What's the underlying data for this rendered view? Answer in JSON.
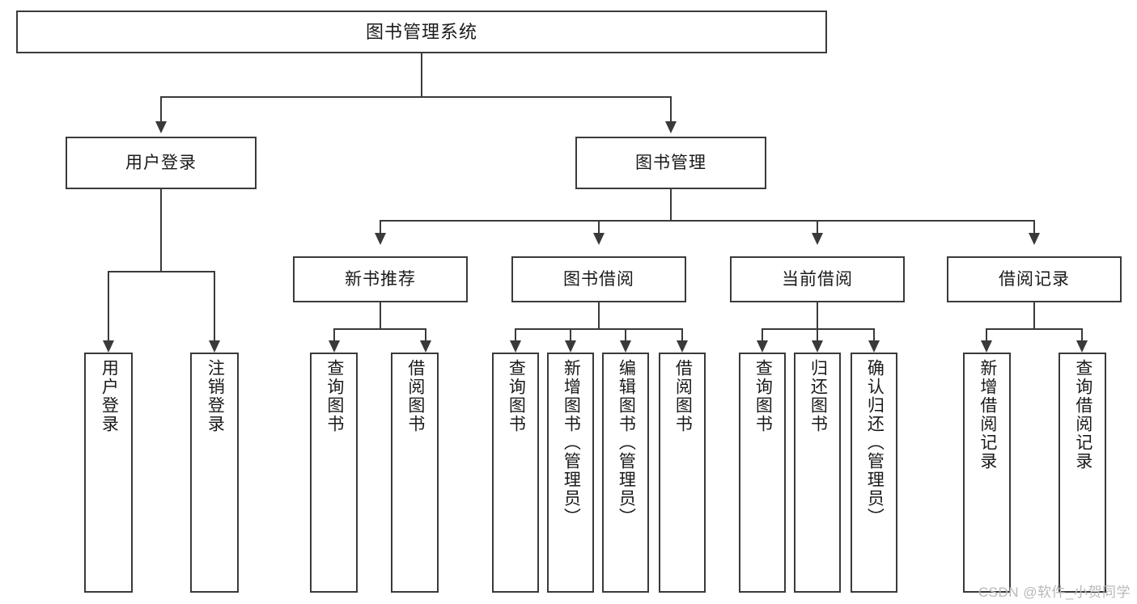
{
  "diagram": {
    "type": "tree-hierarchy",
    "title": "图书管理系统",
    "watermark": "CSDN @软件_小贺同学",
    "colors": {
      "stroke": "#3a3a3a",
      "fill": "#ffffff",
      "text": "#1a1a1a",
      "watermark": "#b9b9b9"
    },
    "nodes": {
      "root": {
        "label": "图书管理系统"
      },
      "level2": [
        {
          "id": "user-login",
          "label": "用户登录"
        },
        {
          "id": "book-manage",
          "label": "图书管理"
        }
      ],
      "level3": [
        {
          "id": "new-book-rec",
          "label": "新书推荐"
        },
        {
          "id": "book-borrow",
          "label": "图书借阅"
        },
        {
          "id": "current-borrow",
          "label": "当前借阅"
        },
        {
          "id": "borrow-record",
          "label": "借阅记录"
        }
      ],
      "leaves": {
        "user-login": [
          {
            "id": "leaf-user-login",
            "label": "用户登录"
          },
          {
            "id": "leaf-logout",
            "label": "注销登录"
          }
        ],
        "new-book-rec": [
          {
            "id": "leaf-query-book-1",
            "label": "查询图书"
          },
          {
            "id": "leaf-borrow-book-1",
            "label": "借阅图书"
          }
        ],
        "book-borrow": [
          {
            "id": "leaf-query-book-2",
            "label": "查询图书"
          },
          {
            "id": "leaf-add-book",
            "label": "新增图书（管理员）"
          },
          {
            "id": "leaf-edit-book",
            "label": "编辑图书（管理员）"
          },
          {
            "id": "leaf-borrow-book-2",
            "label": "借阅图书"
          }
        ],
        "current-borrow": [
          {
            "id": "leaf-query-book-3",
            "label": "查询图书"
          },
          {
            "id": "leaf-return-book",
            "label": "归还图书"
          },
          {
            "id": "leaf-confirm-return",
            "label": "确认归还（管理员）"
          }
        ],
        "borrow-record": [
          {
            "id": "leaf-add-record",
            "label": "新增借阅记录"
          },
          {
            "id": "leaf-query-record",
            "label": "查询借阅记录"
          }
        ]
      }
    }
  }
}
